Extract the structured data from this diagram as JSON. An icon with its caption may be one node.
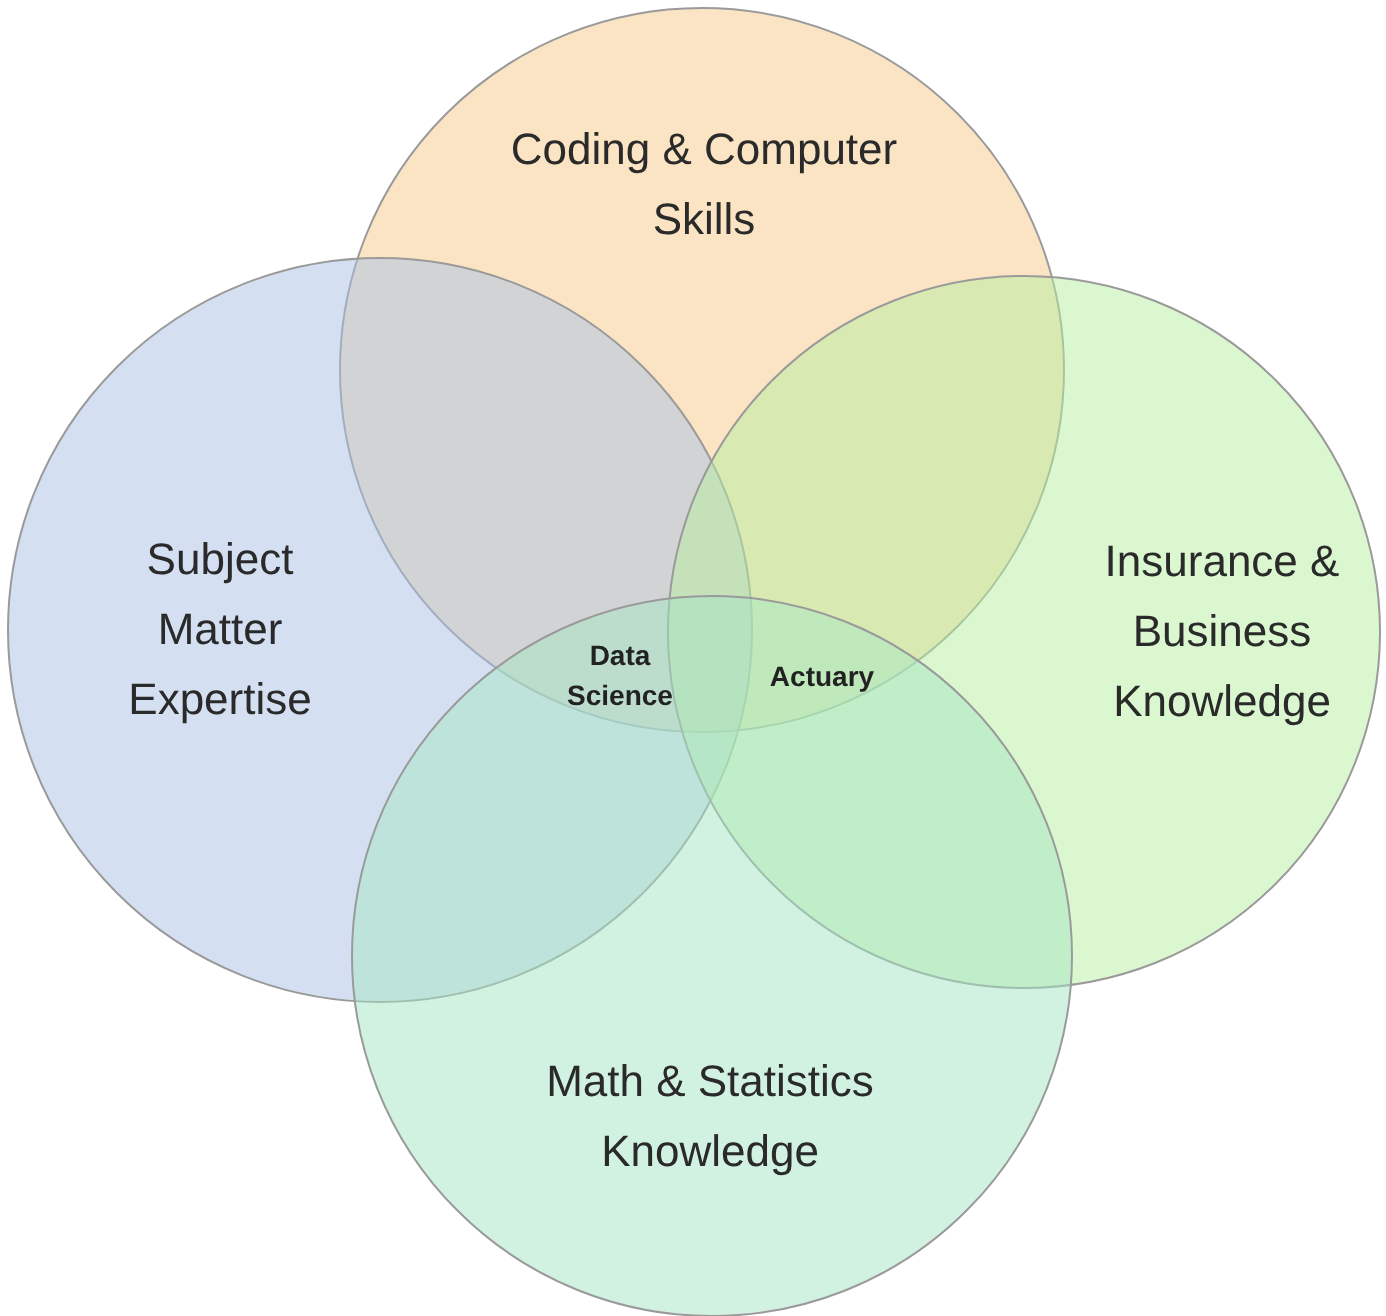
{
  "diagram": {
    "nodes": [
      {
        "text": [
          "Coding & Computer Skills"
        ]
      },
      {
        "text": [
          "Subject Matter Expertise"
        ]
      },
      {
        "text": [
          "Insurance & Business Knowledge"
        ]
      },
      {
        "text": [
          "Math & Statistics Knowledge"
        ]
      }
    ],
    "labels": [
      "Data Science",
      "Actuary"
    ]
  }
}
